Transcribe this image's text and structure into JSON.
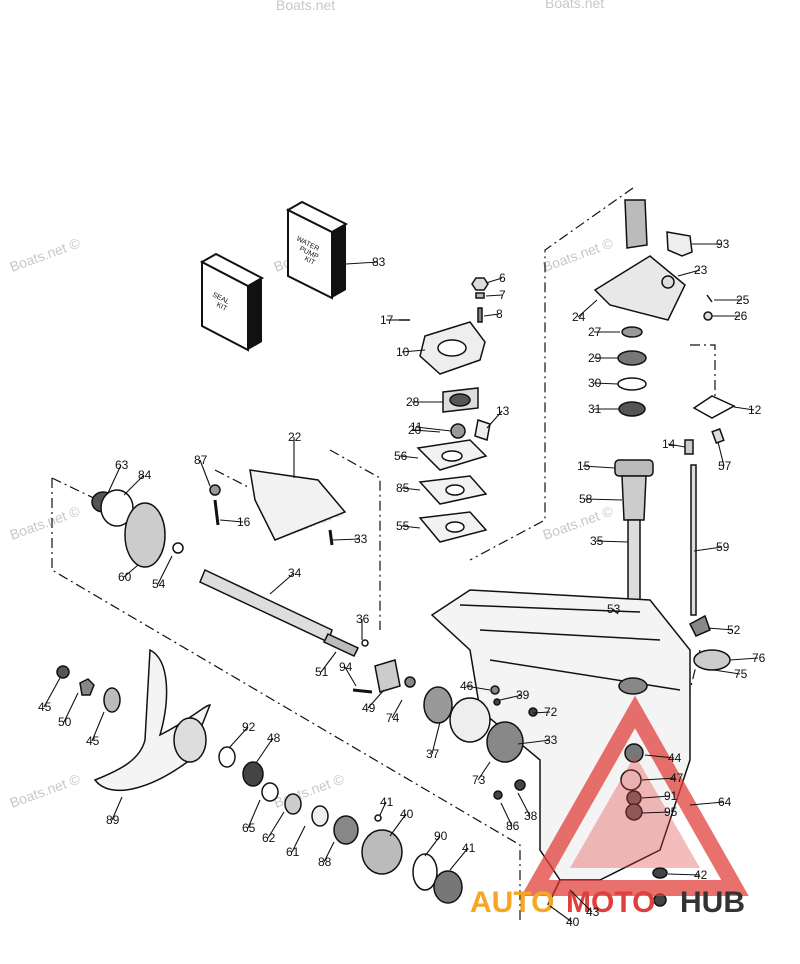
{
  "watermarks": [
    "Boats.net ©",
    "Boats.net ©",
    "Boats.net ©",
    "Boats.net ©",
    "Boats.net ©",
    "Boats.net ©",
    "Boats.net ©",
    "Boats.net ©",
    "Boats.net",
    "Boats.net"
  ],
  "kits": {
    "water_pump_kit": [
      "WATER",
      "PUMP",
      "KIT"
    ],
    "seal_kit": [
      "SEAL",
      "KIT"
    ]
  },
  "logo": {
    "part1": "AUTO",
    "part2": "MOTO",
    "part3": "HUB"
  },
  "colors": {
    "line": "#111111",
    "logo_red": "#e0403c",
    "logo_orange": "#f5a623",
    "logo_gray": "#333333",
    "watermark": "#9a9a9a"
  },
  "parts": [
    "93",
    "6",
    "7",
    "83",
    "23",
    "25",
    "8",
    "17",
    "26",
    "24",
    "10",
    "27",
    "28",
    "29",
    "11",
    "13",
    "30",
    "31",
    "12",
    "20",
    "14",
    "56",
    "22",
    "57",
    "87",
    "63",
    "84",
    "15",
    "85",
    "58",
    "16",
    "55",
    "33",
    "35",
    "59",
    "60",
    "54",
    "34",
    "53",
    "36",
    "52",
    "51",
    "94",
    "76",
    "45",
    "46",
    "39",
    "75",
    "50",
    "49",
    "74",
    "45",
    "72",
    "92",
    "48",
    "37",
    "44",
    "33",
    "47",
    "73",
    "89",
    "41",
    "38",
    "91",
    "65",
    "62",
    "40",
    "86",
    "95",
    "64",
    "61",
    "90",
    "88",
    "41",
    "42",
    "43",
    "40"
  ]
}
